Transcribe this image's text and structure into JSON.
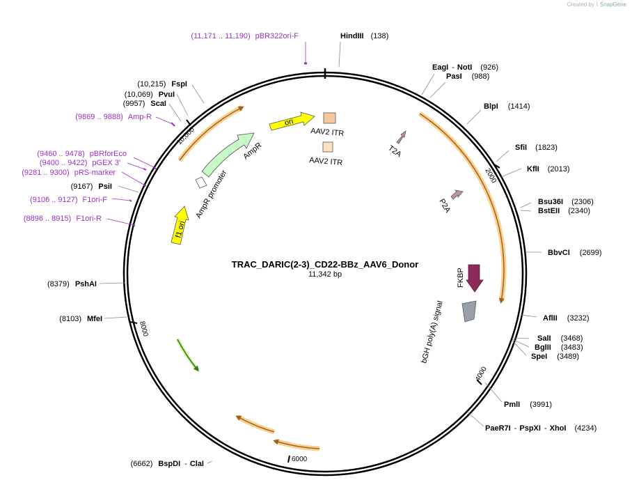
{
  "credit": {
    "text": "Created by",
    "brand": "SnapGene"
  },
  "plasmid": {
    "name": "TRAC_DARIC(2-3)_CD22-BBz_AAV6_Donor",
    "size": "11,342 bp"
  },
  "ticks": [
    "2000",
    "4000",
    "6000",
    "8000",
    "10,000"
  ],
  "enzymes": [
    {
      "name": "HindIII",
      "pos": "(138)"
    },
    {
      "name": "EagI",
      "name2": "NotI",
      "pos": "(926)"
    },
    {
      "name": "PasI",
      "pos": "(988)"
    },
    {
      "name": "BlpI",
      "pos": "(1414)"
    },
    {
      "name": "SfiI",
      "pos": "(1823)"
    },
    {
      "name": "KflI",
      "pos": "(2013)"
    },
    {
      "name": "Bsu36I",
      "pos": "(2306)"
    },
    {
      "name": "BstEII",
      "pos": "(2340)"
    },
    {
      "name": "BbvCI",
      "pos": "(2699)"
    },
    {
      "name": "AflII",
      "pos": "(3232)"
    },
    {
      "name": "SalI",
      "pos": "(3468)"
    },
    {
      "name": "BglII",
      "pos": "(3483)"
    },
    {
      "name": "SpeI",
      "pos": "(3489)"
    },
    {
      "name": "PmlI",
      "pos": "(3991)"
    },
    {
      "name": "PaeR7I",
      "name2": "PspXI",
      "name3": "XhoI",
      "pos": "(4234)"
    },
    {
      "name": "BspDI",
      "name2": "ClaI",
      "pos": "(6662)"
    },
    {
      "name": "MfeI",
      "pos": "(8103)"
    },
    {
      "name": "PshAI",
      "pos": "(8379)"
    },
    {
      "name": "PsiI",
      "pos": "(9167)"
    },
    {
      "name": "ScaI",
      "pos": "(9957)"
    },
    {
      "name": "PvuI",
      "pos": "(10,069)"
    },
    {
      "name": "FspI",
      "pos": "(10,215)"
    }
  ],
  "primers": [
    {
      "range": "(11,171 .. 11,190)",
      "name": "pBR322ori-F"
    },
    {
      "range": "(9869 .. 9888)",
      "name": "Amp-R"
    },
    {
      "range": "(9460 .. 9478)",
      "name": "pBRforEco"
    },
    {
      "range": "(9400 .. 9422)",
      "name": "pGEX 3'"
    },
    {
      "range": "(9281 .. 9300)",
      "name": "pRS-marker"
    },
    {
      "range": "(9106 .. 9127)",
      "name": "F1ori-F"
    },
    {
      "range": "(8896 .. 8915)",
      "name": "F1ori-R"
    }
  ],
  "features": {
    "ori": "ori",
    "itr1": "AAV2 ITR",
    "itr2": "AAV2 ITR",
    "t2a": "T2A",
    "p2a": "P2A",
    "fkbp": "FKBP",
    "bgh": "bGH poly(A) signal",
    "ampr": "AmpR",
    "amp_promoter": "AmpR promoter",
    "f1ori": "f1 ori"
  },
  "colors": {
    "ori": "#ffff00",
    "itr": "#f8c89a",
    "itr2": "#fde0c0",
    "ampr": "#c8f8c8",
    "t2a": "#c090b0",
    "fkbp": "#8c2a5c",
    "bgh": "#9aa0a8",
    "orf_highlight": "#f8d090",
    "orf_line": "#a06020",
    "green_orf": "#60a020",
    "primer": "#9b30c8"
  }
}
